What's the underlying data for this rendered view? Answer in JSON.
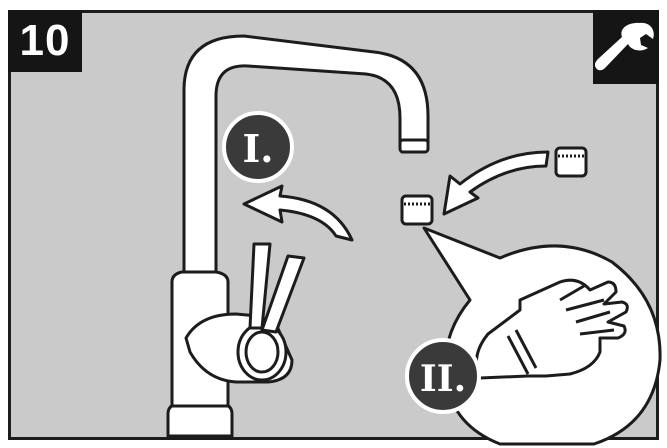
{
  "step": {
    "number": "10"
  },
  "tool_icon": {
    "name": "wrench-icon"
  },
  "steps": [
    {
      "label": "I."
    },
    {
      "label": "II."
    }
  ],
  "colors": {
    "background": "#cacaca",
    "badge": "#151515",
    "line": "#1c1c1c",
    "fill": "#ffffff",
    "circle": "#3a3a3a"
  }
}
